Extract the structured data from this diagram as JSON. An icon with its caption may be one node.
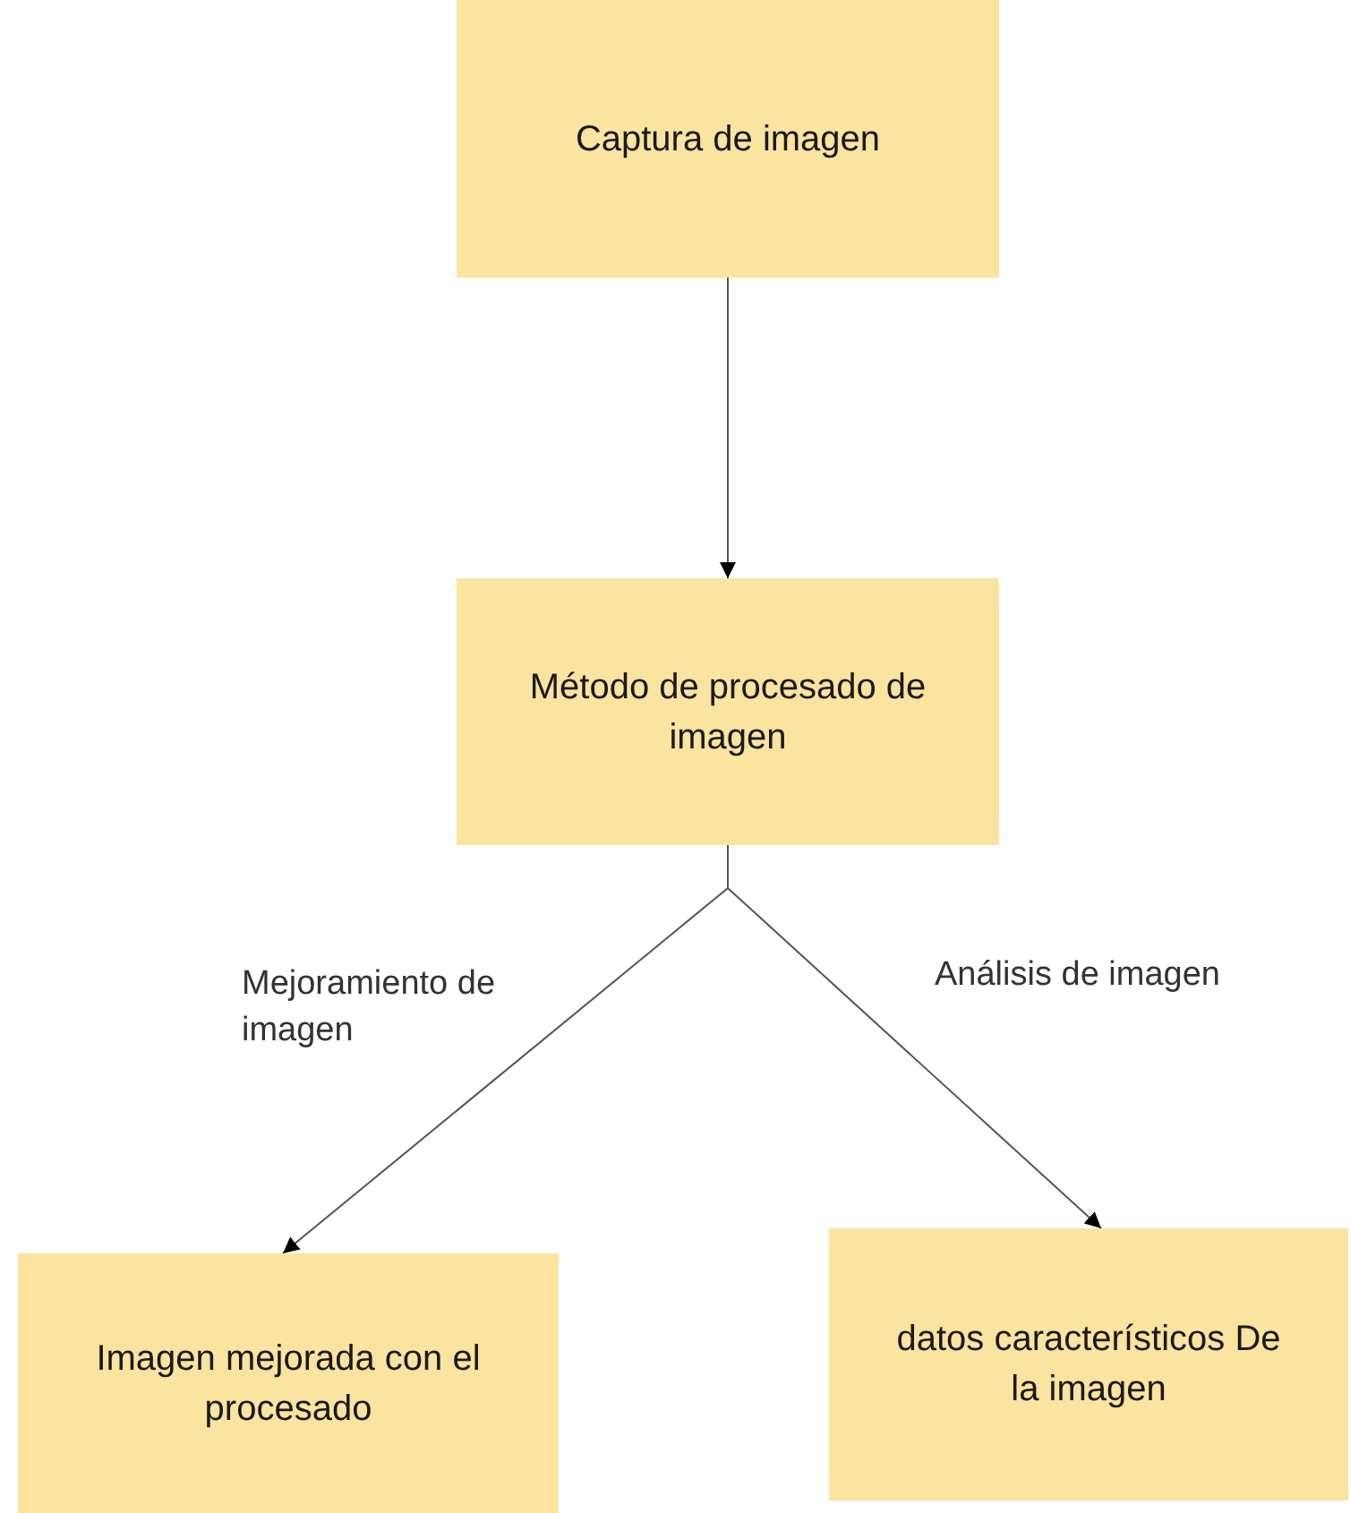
{
  "diagram": {
    "nodes": [
      {
        "text": [
          "Captura de imagen"
        ]
      },
      {
        "text": [
          "Método de procesado de imagen"
        ]
      },
      {
        "text": [
          "Imagen mejorada con el procesado"
        ]
      },
      {
        "text": [
          "datos característicos De la imagen"
        ]
      }
    ],
    "edges": [
      {
        "from": 0,
        "to": 1,
        "arrow": "to"
      },
      {
        "from": 1,
        "to": 2,
        "arrow": "to",
        "label": "Mejoramiento de imagen"
      },
      {
        "from": 1,
        "to": 3,
        "arrow": "to",
        "label": "Análisis de imagen"
      }
    ]
  }
}
